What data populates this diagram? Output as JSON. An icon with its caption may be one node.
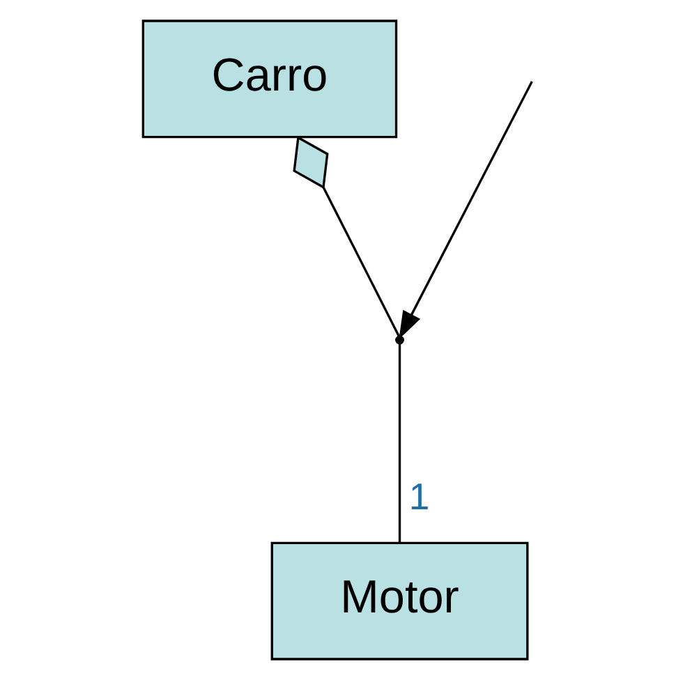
{
  "diagram": {
    "nodes": [
      {
        "text": [
          "Carro"
        ]
      },
      {
        "text": [
          "Motor"
        ]
      },
      {
        "text": [],
        "shape": "point"
      }
    ],
    "edges": [
      {
        "from": 0,
        "to": 2,
        "arrow": "other"
      },
      {
        "from": 2,
        "to": 1,
        "arrow": "none",
        "label": "1"
      },
      {
        "from": null,
        "to": 2,
        "arrow": "to"
      }
    ]
  }
}
